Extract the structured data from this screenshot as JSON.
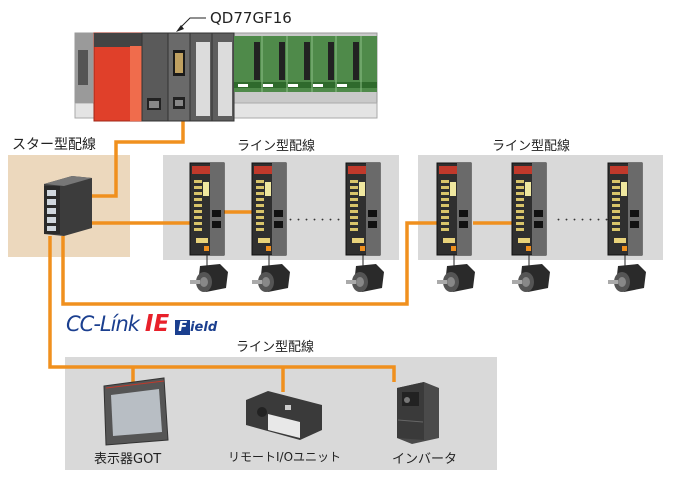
{
  "diagram": {
    "controller_label": "QD77GF16",
    "star_wiring_label": "スター型配線",
    "line_wiring_label_1": "ライン型配線",
    "line_wiring_label_2": "ライン型配線",
    "line_wiring_label_3": "ライン型配線",
    "logo": {
      "cc_link": "CC-Línk",
      "ie": "IE",
      "field_box": "F",
      "field_rest": "ield"
    },
    "devices": [
      {
        "name": "表示器GOT"
      },
      {
        "name": "リモートI/Oユニット"
      },
      {
        "name": "インバータ"
      }
    ],
    "ellipsis_1": "・・・・・・・・・",
    "ellipsis_2": "・・・・・・・・・",
    "colors": {
      "wire": "#f0901e",
      "star_panel": "#ecd8bd",
      "line_panel": "#d9d9d9",
      "cpu_red": "#e0402a",
      "rack_green": "#4f8a4a",
      "logo_blue": "#1b3f8f",
      "logo_red": "#e8202a"
    }
  }
}
